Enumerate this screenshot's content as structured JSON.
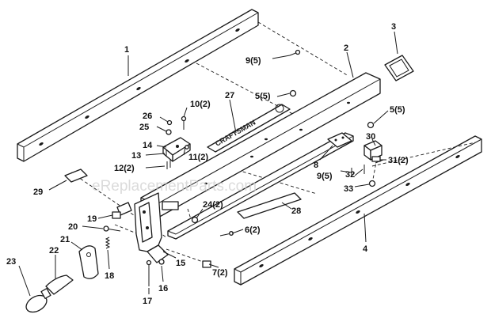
{
  "watermark": "eReplacementParts.com",
  "embossed_text": "CRAFTSMAN",
  "callouts": {
    "c1": "1",
    "c2": "2",
    "c3": "3",
    "c4": "4",
    "c5a": "5(5)",
    "c5b": "5(5)",
    "c6": "6(2)",
    "c7": "7(2)",
    "c8": "8",
    "c9a": "9(5)",
    "c9b": "9(5)",
    "c10": "10(2)",
    "c11": "11(2)",
    "c12": "12(2)",
    "c13": "13",
    "c14": "14",
    "c15": "15",
    "c16": "16",
    "c17": "17",
    "c18": "18",
    "c19": "19",
    "c20": "20",
    "c21": "21",
    "c22": "22",
    "c23": "23",
    "c24": "24(2)",
    "c25": "25",
    "c26": "26",
    "c27": "27",
    "c28": "28",
    "c29": "29",
    "c30": "30",
    "c31": "31(2)",
    "c32": "32",
    "c33": "33"
  }
}
